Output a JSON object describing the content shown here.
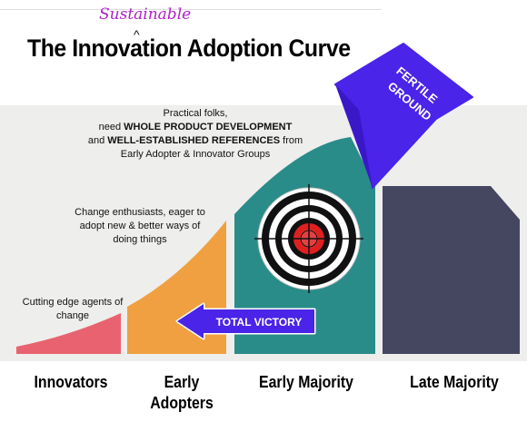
{
  "title": {
    "text": "The Innovation Adoption Curve",
    "insert_word": "Sustainable",
    "caret": "^"
  },
  "segments": [
    {
      "label": "Innovators",
      "color": "#e8636f"
    },
    {
      "label": "Early Adopters",
      "color": "#f0a040"
    },
    {
      "label": "Early Majority",
      "color": "#2a8c88"
    },
    {
      "label": "Late Majority",
      "color": "#454660"
    }
  ],
  "notes": {
    "early_majority": {
      "line1": "Practical folks,",
      "line2_prefix": "need ",
      "line2_bold": "WHOLE PRODUCT DEVELOPMENT",
      "line3_prefix": "and ",
      "line3_bold": "WELL-ESTABLISHED REFERENCES",
      "line3_suffix": " from",
      "line4": "Early Adopter & Innovator Groups"
    },
    "early_adopters": "Change enthusiasts, eager to adopt new & better ways of doing things",
    "innovators": "Cutting edge agents of change"
  },
  "arrows": {
    "fertile_ground": {
      "line1": "FERTILE",
      "line2": "GROUND",
      "color": "#4a24e8"
    },
    "total_victory": {
      "label": "TOTAL VICTORY",
      "color": "#4a24e8"
    }
  },
  "colors": {
    "background_panel": "#eeeeec",
    "target_black": "#111111",
    "target_white": "#ffffff",
    "target_red": "#e02020"
  }
}
